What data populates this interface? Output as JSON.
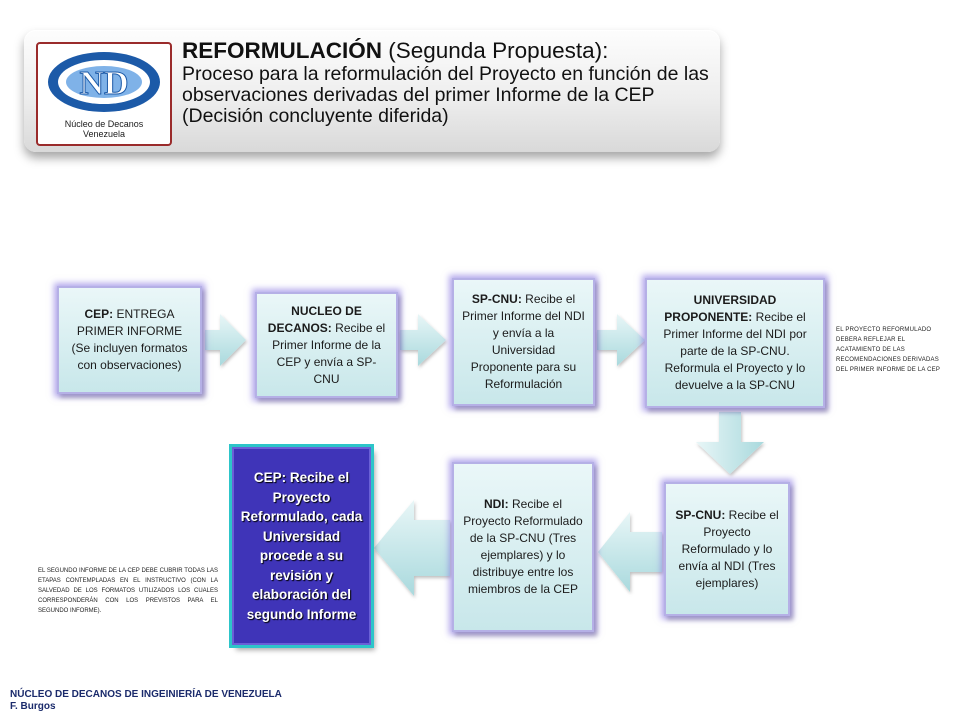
{
  "header": {
    "title_bold": "REFORMULACIÓN",
    "title_rest": " (Segunda Propuesta):",
    "subtitle": "Proceso para la reformulación del Proyecto en función de las observaciones derivadas del primer Informe de la CEP (Decisión concluyente diferida)"
  },
  "logo": {
    "letters": "ND",
    "line1": "Núcleo de Decanos",
    "line2": "Venezuela"
  },
  "boxes": {
    "cep": {
      "bold": "CEP:",
      "text": " ENTREGA PRIMER INFORME (Se incluyen formatos con observaciones)"
    },
    "ndi": {
      "bold": "NUCLEO DE DECANOS:",
      "text": " Recibe el Primer Informe de la CEP y envía a SP-CNU"
    },
    "spcnu1": {
      "bold": "SP-CNU:",
      "text": " Recibe el Primer Informe del NDI y envía a la Universidad Proponente para su Reformulación"
    },
    "univ": {
      "bold": "UNIVERSIDAD PROPONENTE:",
      "text": " Recibe el Primer Informe del NDI por parte de la SP-CNU. Reformula el Proyecto y lo devuelve a la SP-CNU"
    },
    "spcnu2": {
      "bold": "SP-CNU:",
      "text": " Recibe el Proyecto Reformulado y lo envía al NDI (Tres ejemplares)"
    },
    "ndi2": {
      "bold": "NDI:",
      "text": " Recibe el Proyecto Reformulado de la SP-CNU (Tres ejemplares) y lo distribuye entre los miembros de la CEP"
    },
    "cep2": {
      "text": "CEP: Recibe el Proyecto Reformulado, cada Universidad procede a su revisión y elaboración del segundo Informe"
    }
  },
  "notes": {
    "right": "EL PROYECTO REFORMULADO DEBERA REFLEJAR EL ACATAMIENTO DE LAS RECOMENDACIONES DERIVADAS DEL PRIMER INFORME DE LA CEP",
    "left": "EL SEGUNDO INFORME DE LA CEP DEBE CUBRIR TODAS LAS ETAPAS CONTEMPLADAS EN EL INSTRUCTIVO (con la salvedad de los formatos utilizados los cuales corresponderán con los previstos para el segundo informe)."
  },
  "footer": {
    "line1": "NÚCLEO DE DECANOS DE INGEINIERÍA DE VENEZUELA",
    "line2": "F. Burgos"
  },
  "colors": {
    "box_fill": "#c8e7ea",
    "box_glow": "#7864dc",
    "dark_box": "#3f34b8",
    "arrow": "#bfe3e6"
  }
}
